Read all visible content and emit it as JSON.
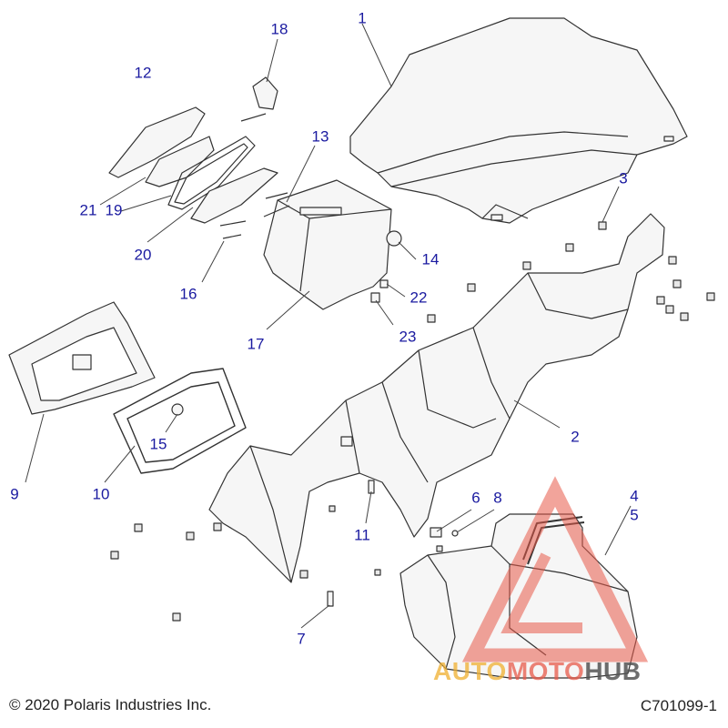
{
  "diagram": {
    "callouts": [
      {
        "id": "1",
        "label": "1"
      },
      {
        "id": "2",
        "label": "2"
      },
      {
        "id": "3",
        "label": "3"
      },
      {
        "id": "4",
        "label": "4"
      },
      {
        "id": "5",
        "label": "5"
      },
      {
        "id": "6",
        "label": "6"
      },
      {
        "id": "7",
        "label": "7"
      },
      {
        "id": "8",
        "label": "8"
      },
      {
        "id": "9",
        "label": "9"
      },
      {
        "id": "10",
        "label": "10"
      },
      {
        "id": "11",
        "label": "11"
      },
      {
        "id": "12",
        "label": "12"
      },
      {
        "id": "13",
        "label": "13"
      },
      {
        "id": "14",
        "label": "14"
      },
      {
        "id": "15",
        "label": "15"
      },
      {
        "id": "16",
        "label": "16"
      },
      {
        "id": "17",
        "label": "17"
      },
      {
        "id": "18",
        "label": "18"
      },
      {
        "id": "19",
        "label": "19"
      },
      {
        "id": "20",
        "label": "20"
      },
      {
        "id": "21",
        "label": "21"
      },
      {
        "id": "22",
        "label": "22"
      },
      {
        "id": "23",
        "label": "23"
      }
    ],
    "callout_color": "#1a1aa0",
    "line_color": "#444444"
  },
  "footer": {
    "copyright": "© 2020 Polaris Industries Inc.",
    "part_code": "C701099-1"
  },
  "watermark": {
    "part1": "AUTO",
    "part2": "MOTO",
    "part3": "HUB",
    "color1": "#f0b030",
    "color2": "#e85a4a",
    "color3": "#555555"
  }
}
